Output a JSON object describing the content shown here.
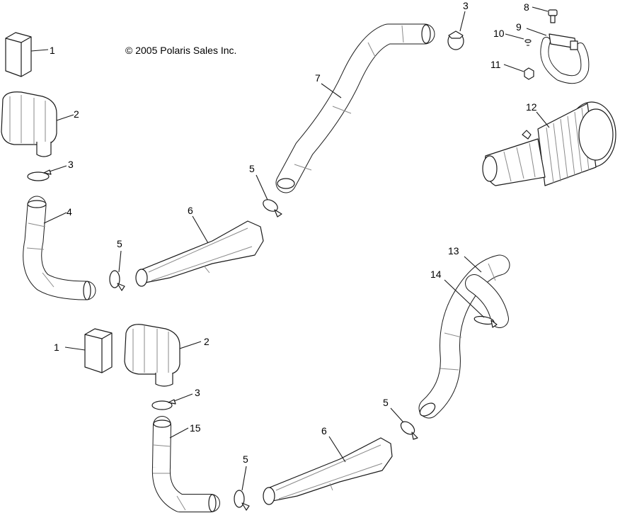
{
  "copyright": "© 2005 Polaris Sales Inc.",
  "callouts": {
    "c1a": "1",
    "c2a": "2",
    "c3a": "3",
    "c4": "4",
    "c5a": "5",
    "c6a": "6",
    "c7": "7",
    "c5b": "5",
    "c3b": "3",
    "c8": "8",
    "c9": "9",
    "c10": "10",
    "c11": "11",
    "c12": "12",
    "c13": "13",
    "c14": "14",
    "c1b": "1",
    "c2b": "2",
    "c3c": "3",
    "c15": "15",
    "c5c": "5",
    "c6b": "6",
    "c5d": "5"
  }
}
